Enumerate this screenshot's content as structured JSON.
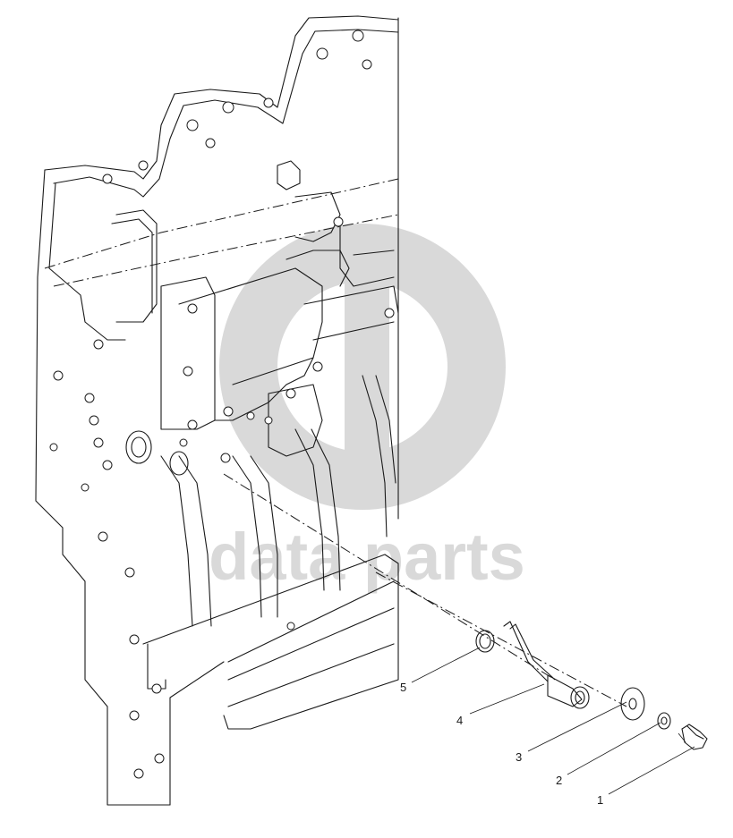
{
  "watermark": {
    "text": "data parts",
    "color": "#d9d9d9"
  },
  "callouts": [
    {
      "id": "1",
      "label": "1"
    },
    {
      "id": "2",
      "label": "2"
    },
    {
      "id": "3",
      "label": "3"
    },
    {
      "id": "4",
      "label": "4"
    },
    {
      "id": "5",
      "label": "5"
    }
  ]
}
